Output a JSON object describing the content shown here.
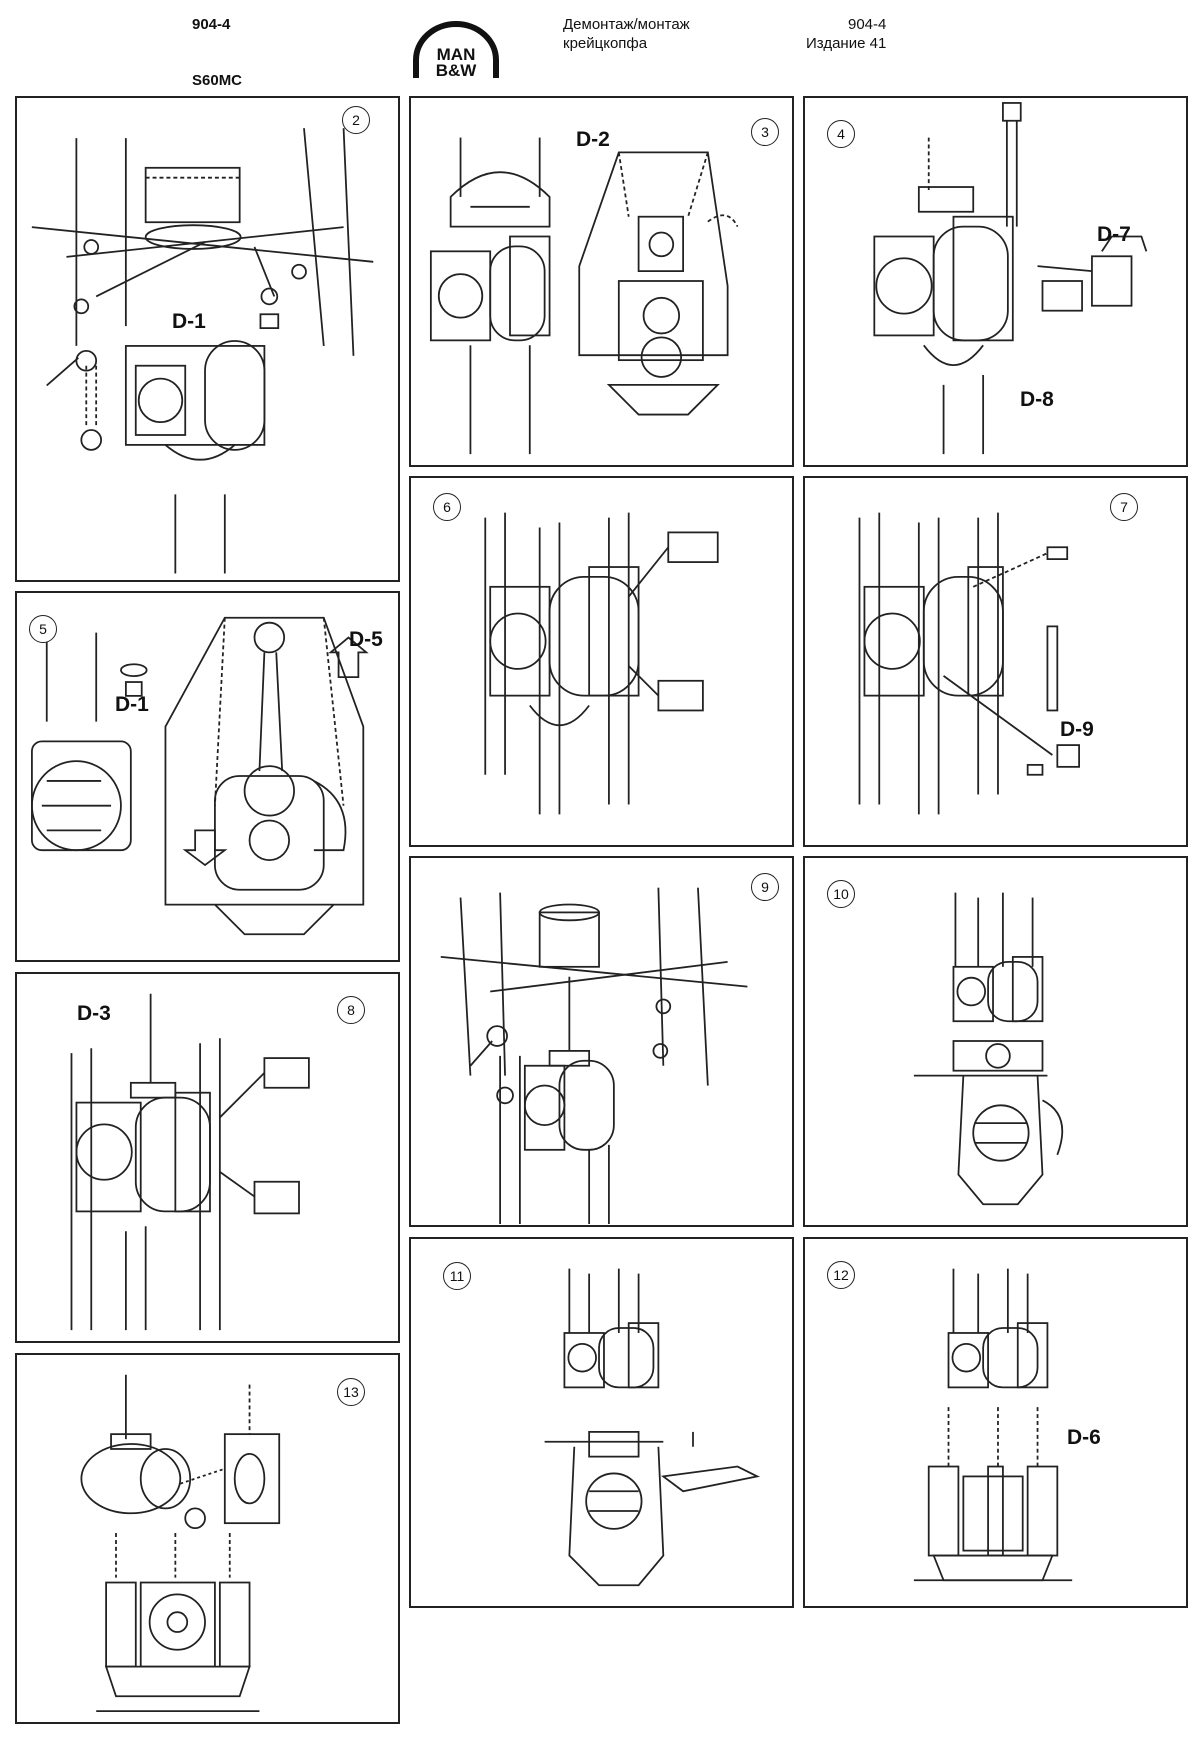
{
  "header": {
    "doc_no_left": "904-4",
    "engine_model": "S60MC",
    "logo_line1": "MAN",
    "logo_line2": "B&W",
    "title_line1": "Демонтаж/монтаж",
    "title_line2": "крейцкопфа",
    "doc_no_right": "904-4",
    "edition": "Издание 41"
  },
  "panels": [
    {
      "number": "2",
      "labels": [
        "D-1"
      ]
    },
    {
      "number": "3",
      "labels": [
        "D-2"
      ]
    },
    {
      "number": "4",
      "labels": [
        "D-7",
        "D-8"
      ]
    },
    {
      "number": "5",
      "labels": [
        "D-1",
        "D-5"
      ]
    },
    {
      "number": "6",
      "labels": []
    },
    {
      "number": "7",
      "labels": [
        "D-9"
      ]
    },
    {
      "number": "8",
      "labels": [
        "D-3"
      ]
    },
    {
      "number": "9",
      "labels": []
    },
    {
      "number": "10",
      "labels": []
    },
    {
      "number": "11",
      "labels": []
    },
    {
      "number": "12",
      "labels": [
        "D-6"
      ]
    },
    {
      "number": "13",
      "labels": []
    }
  ]
}
